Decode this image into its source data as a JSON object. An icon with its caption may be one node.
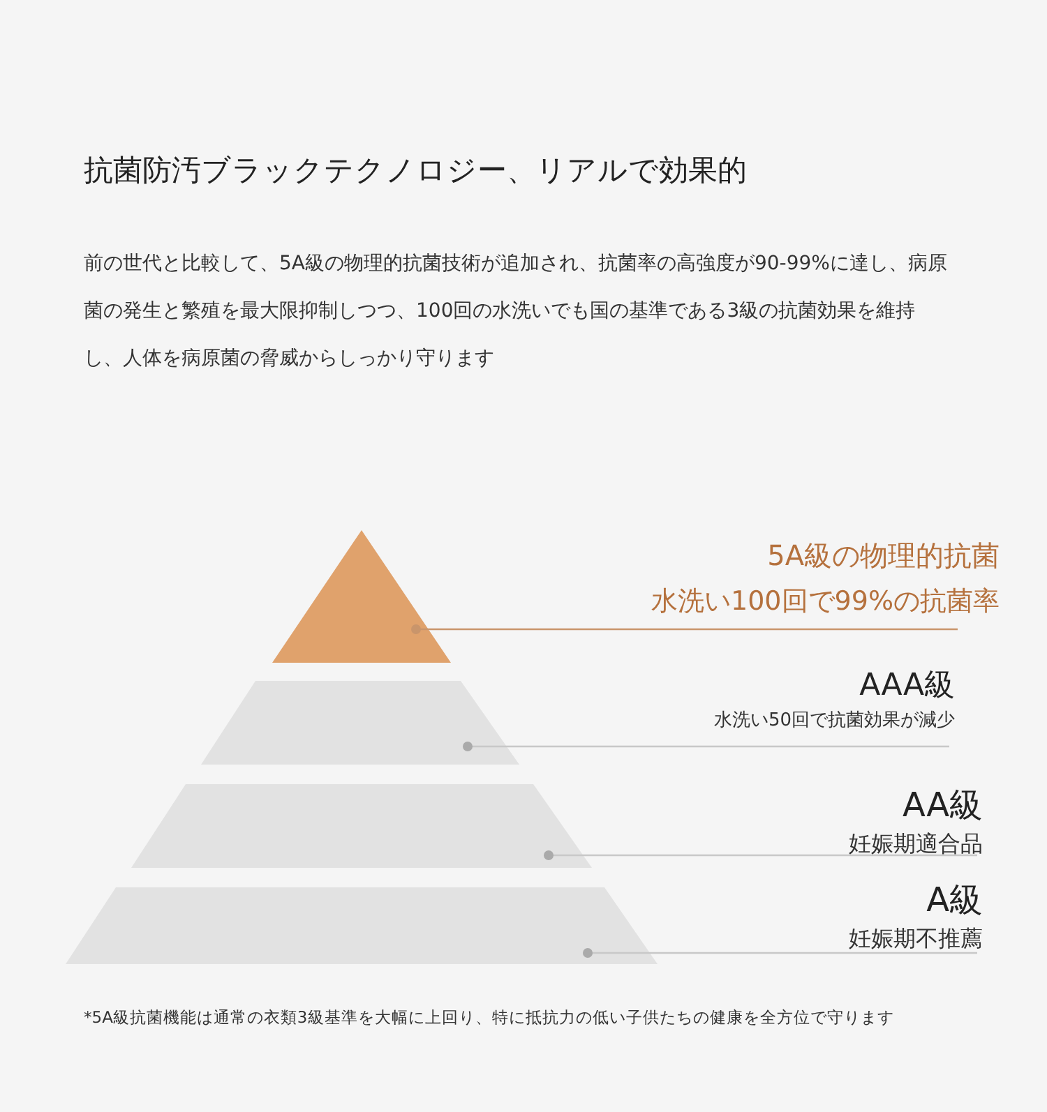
{
  "diagram": {
    "title": "抗菌防汚ブラックテクノロジー、リアルで効果的",
    "nodes": [
      {
        "text": [],
        "shape": "triangle"
      },
      {
        "text": [],
        "shape": "trapezoid"
      },
      {
        "text": [],
        "shape": "trapezoid"
      },
      {
        "text": [],
        "shape": "trapezoid"
      },
      {
        "text": [
          "5A級の物理的抗菌",
          "水洗い100回で99%の抗菌率"
        ]
      },
      {
        "text": [
          "AAA級",
          "水洗い50回で抗菌効果が減少"
        ]
      },
      {
        "text": [
          "AA級",
          "妊娠期適合品"
        ]
      },
      {
        "text": [
          "A級",
          "妊娠期不推薦"
        ]
      }
    ],
    "edges": [
      {
        "from": 4,
        "to": 0,
        "arrow": "other",
        "color": "#c9956b"
      },
      {
        "from": 5,
        "to": 1,
        "arrow": "other"
      },
      {
        "from": 6,
        "to": 2,
        "arrow": "other"
      },
      {
        "from": 7,
        "to": 3,
        "arrow": "other"
      }
    ],
    "labels": [
      "前の世代と比較して、5A級の物理的抗菌技術が追加され、抗菌率の高強度が90-99%に達し、病原菌の発生と繁殖を最大限抑制しつつ、100回の水洗いでも国の基準である3級の抗菌効果を維持し、人体を病原菌の脅威からしっかり守ります",
      "*5A級抗菌機能は通常の衣類3級基準を大幅に上回り、特に抵抗力の低い子供たちの健康を全方位で守ります"
    ]
  }
}
